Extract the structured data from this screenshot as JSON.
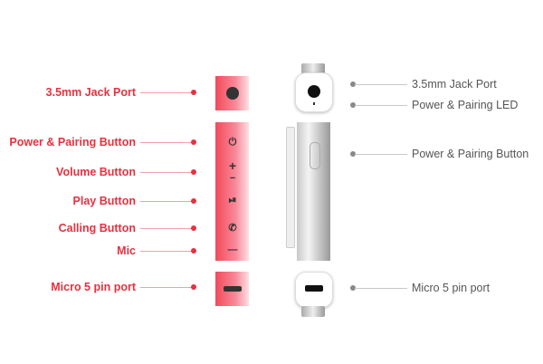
{
  "left_labels": [
    "3.5mm Jack Port",
    "Power & Pairing Button",
    "Volume Button",
    "Play Button",
    "Calling Button",
    "Mic",
    "Micro 5 pin port"
  ],
  "right_labels": [
    "3.5mm Jack Port",
    "Power & Pairing LED",
    "Power & Pairing Button",
    "Micro 5 pin port"
  ],
  "icons": {
    "power": "⏻",
    "plus": "+",
    "minus": "−",
    "play": "⏯",
    "call": "✆",
    "mic": "—"
  },
  "colors": {
    "accent": "#e8303f",
    "gray": "#555555"
  }
}
